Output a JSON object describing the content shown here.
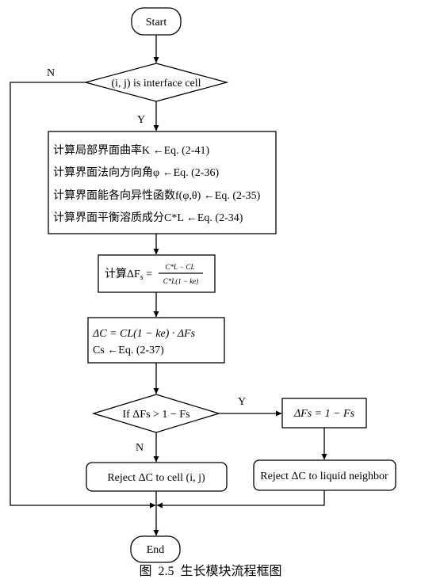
{
  "flowchart": {
    "start": "Start",
    "decision1": "(i, j) is interface cell",
    "no_label": "N",
    "yes_label": "Y",
    "steps": [
      "计算局部界面曲率K ←Eq. (2-41)",
      "计算界面法向方向角φ ←Eq. (2-36)",
      "计算界面能各向异性函数f(φ,θ) ←Eq. (2-35)",
      "计算界面平衡溶质成分C*L ←Eq. (2-34)"
    ],
    "compute_fs": {
      "prefix": "计算ΔF",
      "sub": "s",
      "eq": " = ",
      "numerator": "C*L − CL",
      "denominator": "C*L(1 − ke)"
    },
    "delta_c": {
      "line1": "ΔC = CL(1 − ke) · ΔFs",
      "line2": "Cs ←Eq. (2-37)"
    },
    "decision2": "If ΔFs > 1 − Fs",
    "decision2_yes": "Y",
    "decision2_no": "N",
    "update_fs": "ΔFs = 1 − Fs",
    "reject_cell": "Reject ΔC to cell (i, j)",
    "reject_neighbor": "Reject ΔC to liquid neighbor",
    "end": "End"
  },
  "caption": "图  2.5  生长模块流程框图"
}
